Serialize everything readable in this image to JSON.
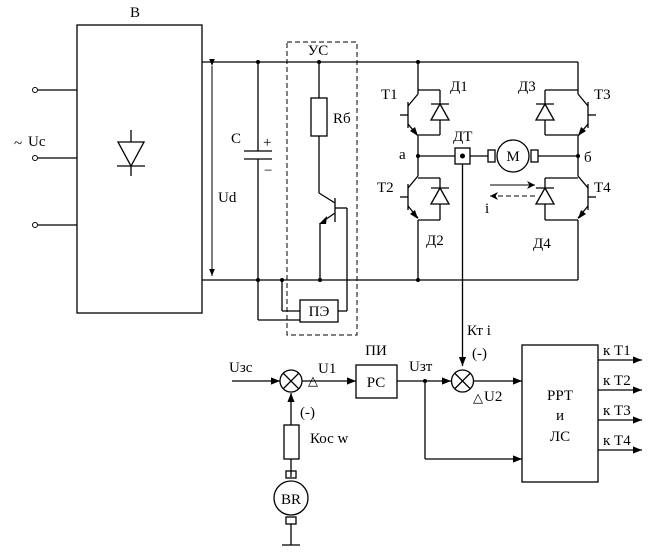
{
  "labels": {
    "rectifier": "В",
    "supply": "Uc",
    "tilde": "~",
    "capacitor": "C",
    "plus": "+",
    "minus": "−",
    "dc_voltage": "Ud",
    "brake_unit": "УС",
    "brake_resistor": "Rб",
    "power_element": "ПЭ",
    "t1": "Т1",
    "d1": "Д1",
    "t2": "Т2",
    "d2": "Д2",
    "t3": "Т3",
    "d3": "Д3",
    "t4": "Т4",
    "d4": "Д4",
    "current_sensor": "ДТ",
    "node_a": "а",
    "node_b": "б",
    "motor": "М",
    "current": "i",
    "current_fb": "Кт i",
    "neg1": "(-)",
    "neg2": "(-)",
    "speed_ref": "Uзс",
    "speed_err": "U1",
    "delta": "△",
    "pi_regulator": "ПИ",
    "speed_regulator": "РС",
    "current_ref": "Uзт",
    "current_err": "U2",
    "speed_fb": "Кос w",
    "tacho": "BR",
    "rrt_line1": "РРТ",
    "rrt_line2": "и",
    "rrt_line3": "ЛС",
    "out1": "к Т1",
    "out2": "к Т2",
    "out3": "к Т3",
    "out4": "к Т4"
  }
}
